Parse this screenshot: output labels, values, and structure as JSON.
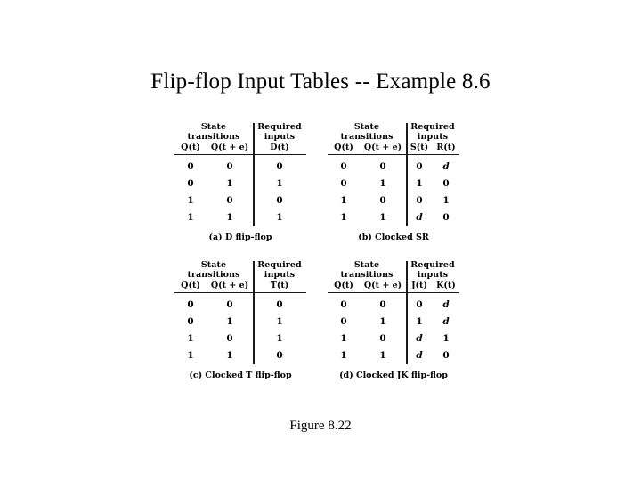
{
  "slide": {
    "title": "Flip-flop Input Tables -- Example 8.6",
    "figure_caption": "Figure 8.22",
    "background_color": "#ffffff",
    "text_color": "#000000"
  },
  "figure": {
    "shared_headers": {
      "left_group_title_line1": "State",
      "left_group_title_line2": "transitions",
      "right_group_title_line1": "Required",
      "right_group_title_line2": "inputs",
      "col_q": "Q(t)",
      "col_q_next": "Q(t + e)"
    },
    "tables": [
      {
        "id": "d-flip-flop",
        "caption": "(a) D flip-flop",
        "input_columns": [
          "D(t)"
        ],
        "rows": [
          {
            "q": "0",
            "q_next": "0",
            "inputs": [
              "0"
            ]
          },
          {
            "q": "0",
            "q_next": "1",
            "inputs": [
              "1"
            ]
          },
          {
            "q": "1",
            "q_next": "0",
            "inputs": [
              "0"
            ]
          },
          {
            "q": "1",
            "q_next": "1",
            "inputs": [
              "1"
            ]
          }
        ]
      },
      {
        "id": "clocked-sr",
        "caption": "(b) Clocked SR",
        "input_columns": [
          "S(t)",
          "R(t)"
        ],
        "rows": [
          {
            "q": "0",
            "q_next": "0",
            "inputs": [
              "0",
              "d"
            ]
          },
          {
            "q": "0",
            "q_next": "1",
            "inputs": [
              "1",
              "0"
            ]
          },
          {
            "q": "1",
            "q_next": "0",
            "inputs": [
              "0",
              "1"
            ]
          },
          {
            "q": "1",
            "q_next": "1",
            "inputs": [
              "d",
              "0"
            ]
          }
        ]
      },
      {
        "id": "clocked-t",
        "caption": "(c) Clocked T flip-flop",
        "input_columns": [
          "T(t)"
        ],
        "rows": [
          {
            "q": "0",
            "q_next": "0",
            "inputs": [
              "0"
            ]
          },
          {
            "q": "0",
            "q_next": "1",
            "inputs": [
              "1"
            ]
          },
          {
            "q": "1",
            "q_next": "0",
            "inputs": [
              "1"
            ]
          },
          {
            "q": "1",
            "q_next": "1",
            "inputs": [
              "0"
            ]
          }
        ]
      },
      {
        "id": "clocked-jk",
        "caption": "(d) Clocked JK flip-flop",
        "input_columns": [
          "J(t)",
          "K(t)"
        ],
        "rows": [
          {
            "q": "0",
            "q_next": "0",
            "inputs": [
              "0",
              "d"
            ]
          },
          {
            "q": "0",
            "q_next": "1",
            "inputs": [
              "1",
              "d"
            ]
          },
          {
            "q": "1",
            "q_next": "0",
            "inputs": [
              "d",
              "1"
            ]
          },
          {
            "q": "1",
            "q_next": "1",
            "inputs": [
              "d",
              "0"
            ]
          }
        ]
      }
    ]
  }
}
